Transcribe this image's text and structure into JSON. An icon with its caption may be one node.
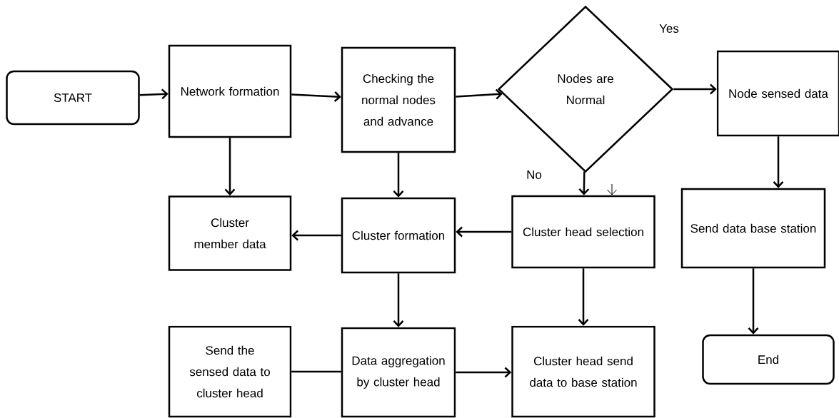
{
  "diagram": {
    "nodes": [
      {
        "text": [
          "START"
        ]
      },
      {
        "text": [
          "Network formation"
        ]
      },
      {
        "text": [
          "Checking the normal nodes and advance"
        ]
      },
      {
        "text": [
          "Nodes are Normal"
        ]
      },
      {
        "text": [
          "Node sensed data"
        ]
      },
      {
        "text": [
          "Cluster member data"
        ]
      },
      {
        "text": [
          "Cluster formation"
        ]
      },
      {
        "text": [
          "Cluster head selection"
        ]
      },
      {
        "text": [
          "Send data base station"
        ]
      },
      {
        "text": [
          "Send the sensed data to cluster head"
        ]
      },
      {
        "text": [
          "Data aggregation by cluster head"
        ]
      },
      {
        "text": [
          "Cluster head send data to base station"
        ]
      },
      {
        "text": [
          "End"
        ]
      }
    ],
    "edges": [
      {
        "from": 0,
        "to": 1,
        "arrow": "to"
      },
      {
        "from": 1,
        "to": 2,
        "arrow": "to"
      },
      {
        "from": 2,
        "to": 3,
        "arrow": "to"
      },
      {
        "from": 3,
        "to": 4,
        "arrow": "to",
        "label": "Yes"
      },
      {
        "from": 3,
        "to": 7,
        "arrow": "to",
        "label": "No"
      },
      {
        "from": null,
        "to": 7,
        "arrow": "to"
      },
      {
        "from": 1,
        "to": 5,
        "arrow": "to"
      },
      {
        "from": 2,
        "to": 6,
        "arrow": "to"
      },
      {
        "from": 7,
        "to": 6,
        "arrow": "to"
      },
      {
        "from": 6,
        "to": 5,
        "arrow": "to"
      },
      {
        "from": 6,
        "to": 10,
        "arrow": "to"
      },
      {
        "from": 7,
        "to": 11,
        "arrow": "to"
      },
      {
        "from": 9,
        "to": 10,
        "arrow": "none"
      },
      {
        "from": 10,
        "to": 11,
        "arrow": "to"
      },
      {
        "from": 4,
        "to": 8,
        "arrow": "to"
      },
      {
        "from": 8,
        "to": 12,
        "arrow": "to"
      }
    ]
  }
}
